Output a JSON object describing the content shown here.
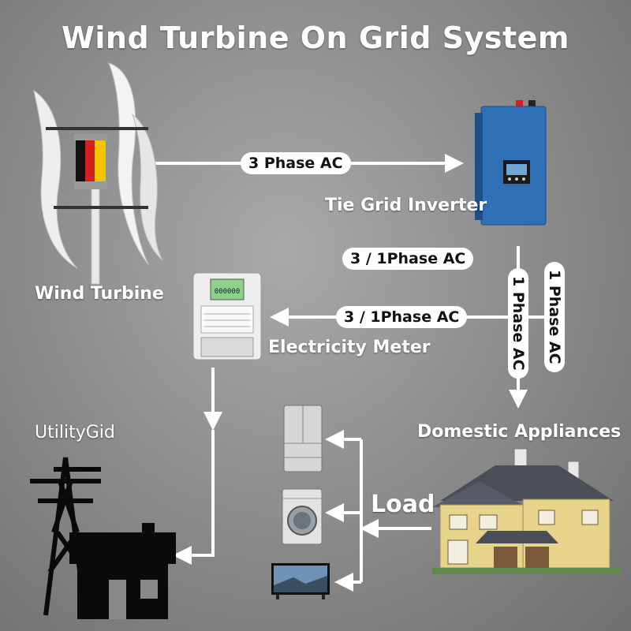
{
  "title": "Wind Turbine On Grid System",
  "labels": {
    "wind_turbine": "Wind Turbine",
    "inverter": "Tie Grid Inverter",
    "meter": "Electricity Meter",
    "utility": "UtilityGid",
    "domestic": "Domestic Appliances",
    "load": "Load"
  },
  "pills": {
    "turbine_to_inverter": "3 Phase AC",
    "inverter_output": "3 / 1Phase AC",
    "to_meter": "3 / 1Phase AC",
    "vertical_left": "1 Phase AC",
    "vertical_right": "1 Phase AC"
  },
  "meter_display": "000000",
  "colors": {
    "background": "#8f8f8f",
    "arrow": "#ffffff",
    "inverter_blue": "#2f6fb6",
    "turbine_red": "#d62020",
    "turbine_yellow": "#f2c400",
    "house_wall": "#e8d38a",
    "roof": "#4a4e57"
  }
}
